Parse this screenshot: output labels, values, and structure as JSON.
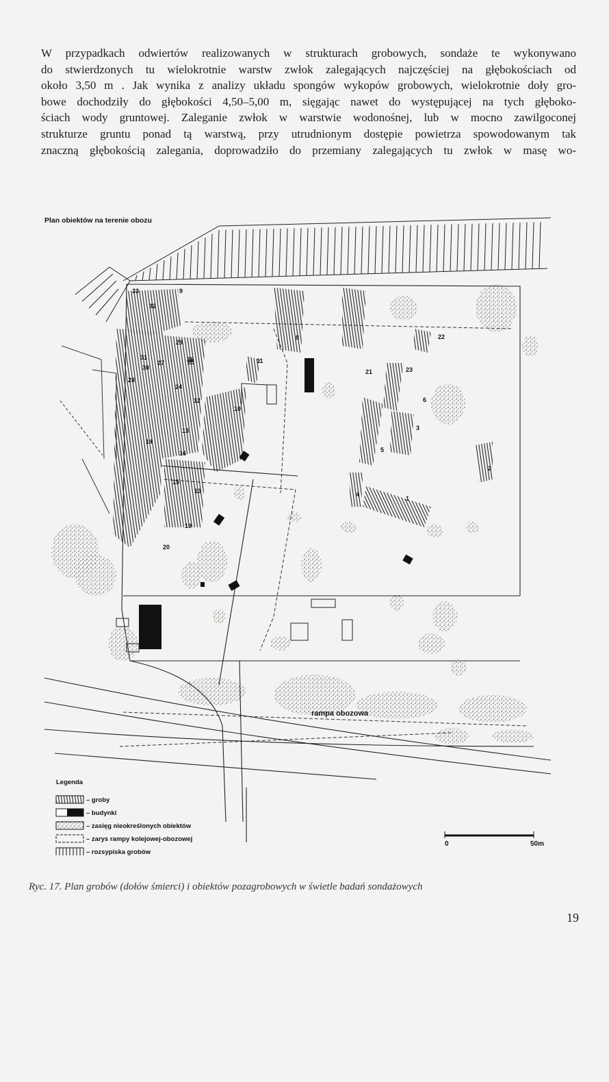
{
  "text": {
    "paragraph_lines": [
      "W przypadkach odwiertów realizowanych w strukturach grobowych, sondaże te wykonywano",
      "do stwierdzonych tu wielokrotnie warstw zwłok zalegających najczęściej na głębokościach od",
      "około 3,50 m . Jak wynika z analizy układu spongów wykopów grobowych, wielokrotnie doły gro-",
      "bowe dochodziły do głębokości 4,50–5,00 m, sięgając nawet do występującej na tych głęboko-",
      "ściach wody gruntowej. Zaleganie zwłok w warstwie wodonośnej, lub w mocno zawilgoconej",
      "strukturze gruntu ponad tą warstwą, przy utrudnionym dostępie powietrza spowodowanym tak",
      "znaczną głębokością zalegania, doprowadziło do przemiany zalegających tu zwłok w masę wo-"
    ]
  },
  "map": {
    "title": "Plan obiektów na terenie obozu",
    "ramp_label": "rampa obozowa",
    "grave_numbers": [
      "1",
      "2",
      "3",
      "4",
      "5",
      "6",
      "8",
      "9",
      "10",
      "11",
      "12",
      "13",
      "13",
      "14",
      "15",
      "16",
      "19",
      "20",
      "21",
      "22",
      "23",
      "24",
      "25",
      "26",
      "27",
      "28",
      "29",
      "30",
      "31",
      "32",
      "33"
    ],
    "legend": {
      "title": "Legenda",
      "items": [
        {
          "label": "– groby"
        },
        {
          "label": "– budynki"
        },
        {
          "label": "– zasięg nieokreślonych obiektów"
        },
        {
          "label": "– zarys rampy kolejowej-obozowej"
        },
        {
          "label": "– rozsypiska grobów"
        }
      ]
    },
    "scale": {
      "start": "0",
      "end": "50m"
    }
  },
  "caption": "Ryc. 17. Plan grobów (dołów śmierci) i obiektów pozagrobowych w świetle badań sondażowych",
  "page_number": "19"
}
